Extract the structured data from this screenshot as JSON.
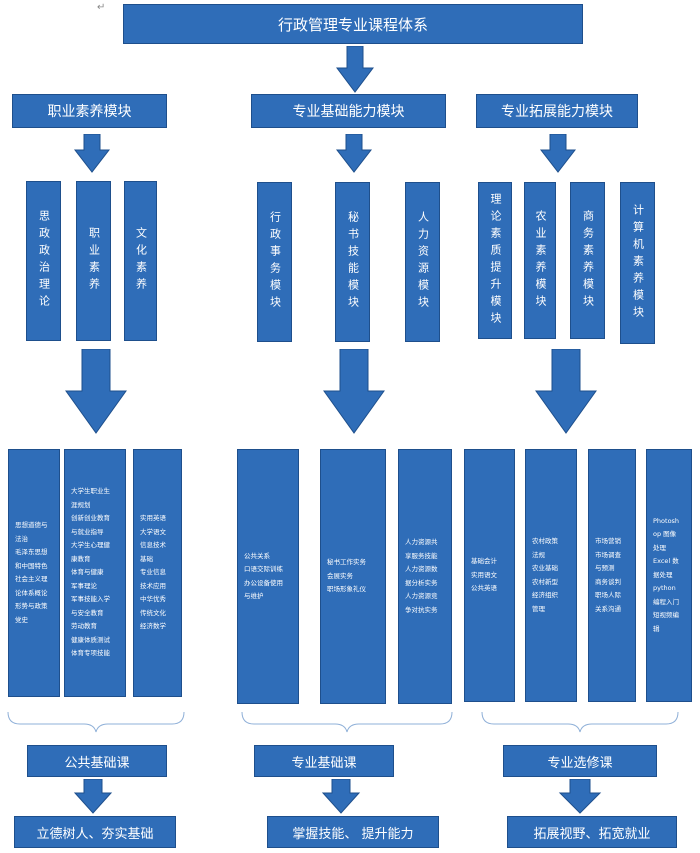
{
  "title": "行政管理专业课程体系",
  "mark": "↵",
  "modules": [
    {
      "label": "职业素养模块",
      "subs": [
        "思政政治理论",
        "职业素养",
        "文化素养"
      ],
      "details": [
        [
          "思想道德与",
          "法治",
          "毛泽东思想",
          "和中国特色",
          "社会主义理",
          "论体系概论",
          "形势与政策",
          "党史"
        ],
        [
          "大学生职业生",
          "涯规划",
          "创新创业教育",
          "与就业指导",
          "大学生心理健",
          "康教育",
          "体育与健康",
          "军事理论",
          "军事技能入学",
          "与安全教育",
          "劳动教育",
          "健康体质测试",
          "体育专项技能"
        ],
        [
          "实用英语",
          "大学语文",
          "信息技术",
          "基础",
          "专业信息",
          "技术应用",
          "中华优秀",
          "传统文化",
          "经济数学"
        ]
      ],
      "category": "公共基础课",
      "goal": "立德树人、夯实基础"
    },
    {
      "label": "专业基础能力模块",
      "subs": [
        "行政事务模块",
        "秘书技能模块",
        "人力资源模块"
      ],
      "details": [
        [
          "公共关系",
          "口语交际训练",
          "办公设备使用",
          "与维护"
        ],
        [
          "秘书工作实务",
          "会展实务",
          "职场形象礼仪"
        ],
        [
          "人力资源共",
          "享服务技能",
          "人力资源数",
          "据分析实务",
          "人力资源竞",
          "争对抗实务"
        ]
      ],
      "category": "专业基础课",
      "goal": "掌握技能、 提升能力"
    },
    {
      "label": "专业拓展能力模块",
      "subs": [
        "理论素质提升模块",
        "农业素养模块",
        "商务素养模块",
        "计算机素养模块"
      ],
      "details": [
        [
          "基础会计",
          "实用语文",
          "公共英语"
        ],
        [
          "农村政策",
          "法规",
          "农业基础",
          "农村新型",
          "经济组织",
          "管理"
        ],
        [
          "市场营销",
          "市场调查",
          "与预测",
          "商务谈判",
          "职场人际",
          "关系沟通"
        ],
        [
          "Photosh",
          "op 图像",
          "处理",
          "Excel 数",
          "据处理",
          "python",
          "编程入门",
          "短视频编",
          "辑"
        ]
      ],
      "category": "专业选修课",
      "goal": "拓展视野、拓宽就业"
    }
  ]
}
